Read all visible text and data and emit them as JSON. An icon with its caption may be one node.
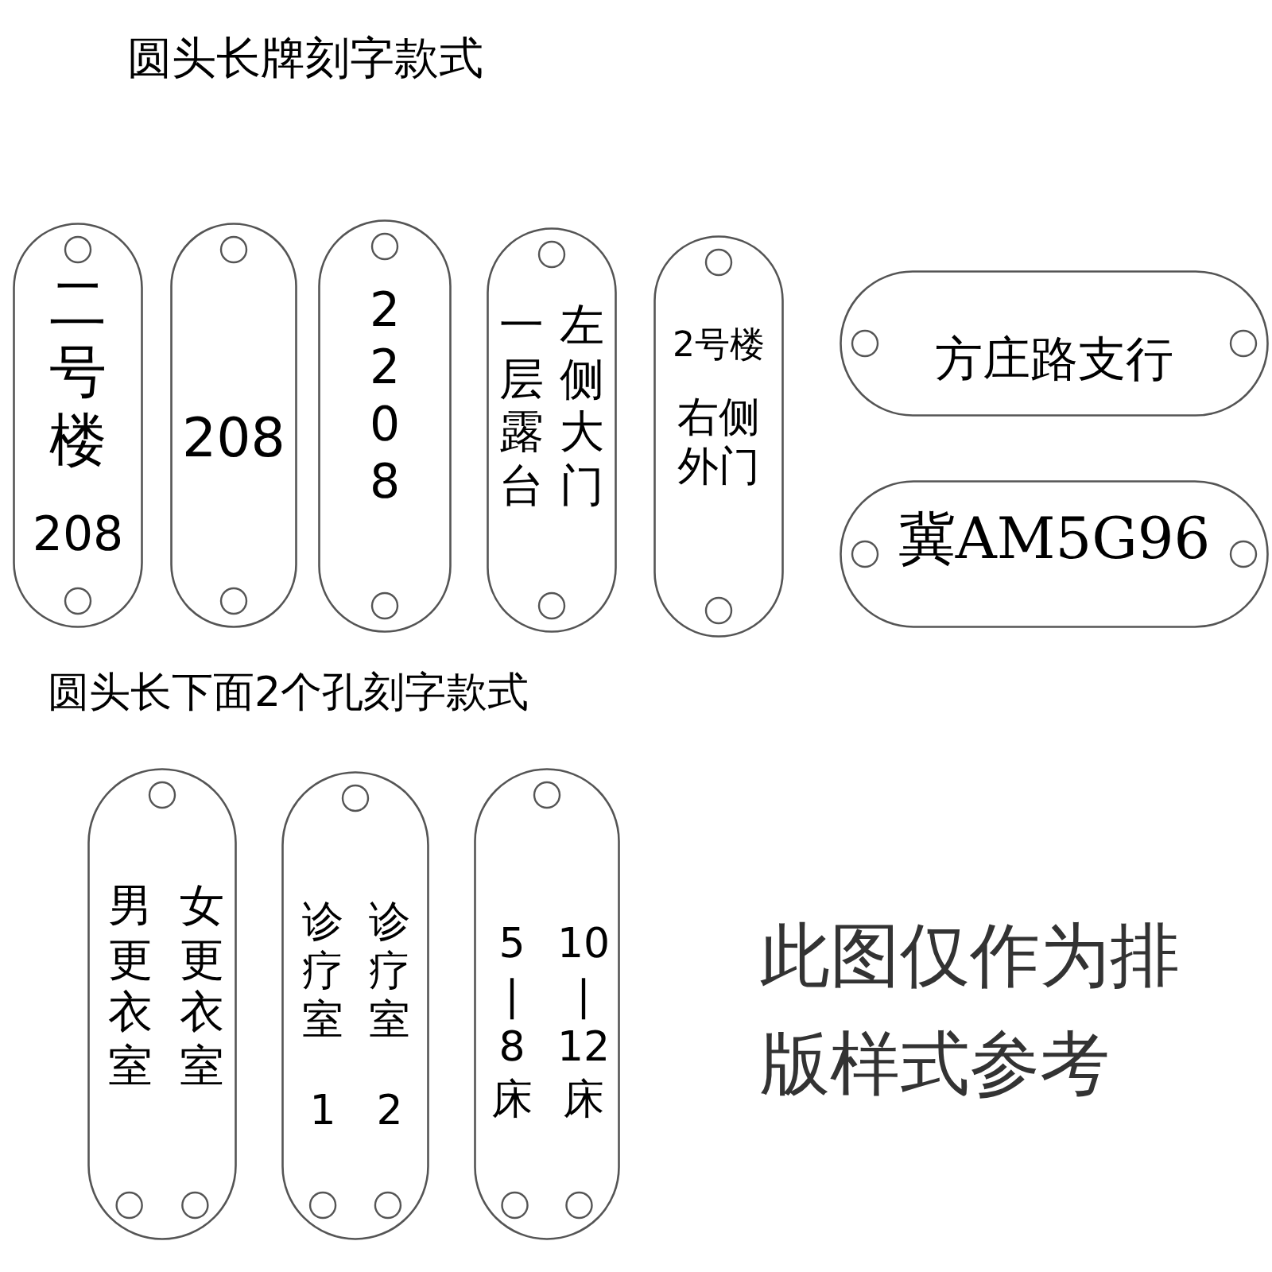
{
  "diagram": {
    "title": "圆头长牌刻字款式",
    "nodes": [
      {
        "text": [
          "二号楼",
          "208"
        ]
      },
      {
        "text": [
          "208"
        ]
      },
      {
        "text": [
          "2208"
        ]
      },
      {
        "text": [
          "一层露台",
          "左侧大门"
        ]
      },
      {
        "text": [
          "2号楼",
          "右侧外门"
        ]
      },
      {
        "text": [
          "方庄路支行"
        ]
      },
      {
        "text": [
          "冀AM5G96"
        ]
      },
      {
        "text": [
          "男更衣室",
          "女更衣室"
        ]
      },
      {
        "text": [
          "诊疗室",
          "诊疗室",
          "1",
          "2"
        ]
      },
      {
        "text": [
          "5 | 8 床",
          "10 | 12 床"
        ]
      }
    ],
    "labels": [
      "圆头长下面2个孔刻字款式",
      "此图仅作为排版样式参考"
    ]
  }
}
